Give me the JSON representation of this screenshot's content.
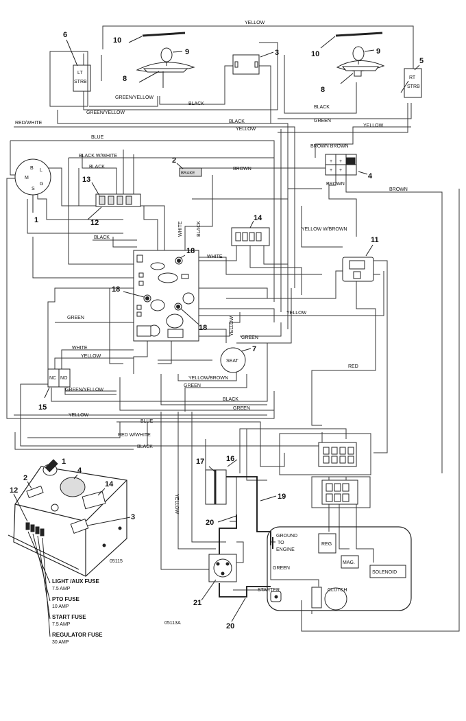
{
  "wire_labels": {
    "yellow_top": "YELLOW",
    "green_yellow_1": "GREEN/YELLOW",
    "green_yellow_2": "GREEN/YELLOW",
    "black_top": "BLACK",
    "black_right": "BLACK",
    "green_top": "GREEN",
    "yellow_right": "YELLOW",
    "red_white_top": "RED/WHITE",
    "black_mid": "BLACK",
    "yellow_mid": "YELLOW",
    "blue_top": "BLUE",
    "black_white": "BLACK W/WHITE",
    "black_2": "BLACK",
    "brown_brown": "BROWN BROWN",
    "brown_1": "BROWN",
    "brown_2": "BROWN",
    "brown_3": "BROWN",
    "yellow_w_brown": "YELLOW W/BROWN",
    "black_left": "BLACK",
    "white_1": "WHITE",
    "black_vert": "BLACK",
    "white_2": "WHITE",
    "green_left": "GREEN",
    "yellow_center": "YELLOW",
    "yellow_vert": "YELLOW",
    "green_center": "GREEN",
    "white_3": "WHITE",
    "yellow_3": "YELLOW",
    "yellow_brown": "YELLOW/BROWN",
    "green_4": "GREEN",
    "green_yellow_3": "GREEN/YELLOW",
    "black_3": "BLACK",
    "green_5": "GREEN",
    "red": "RED",
    "yellow_low": "YELLOW",
    "blue_low": "BLUE",
    "red_white_low": "RED W/WHITE",
    "black_low": "BLACK",
    "yellow_vert_2": "YELLOW",
    "green_engine": "GREEN"
  },
  "callouts": [
    "1",
    "2",
    "3",
    "4",
    "5",
    "6",
    "7",
    "8",
    "9",
    "10",
    "11",
    "12",
    "13",
    "14",
    "15",
    "16",
    "17",
    "18",
    "19",
    "20",
    "21"
  ],
  "component_labels": {
    "lt_strb_1": "LT",
    "lt_strb_2": "STRB",
    "rt_strb_1": "RT",
    "rt_strb_2": "STRB",
    "brake": "BRAKE",
    "seat": "SEAT",
    "nc": "NC",
    "no": "NO",
    "ground_1": "GROUND",
    "ground_2": "TO",
    "ground_3": "ENGINE",
    "reg": "REG",
    "mag": "MAG.",
    "solenoid": "SOLENOID",
    "starter": "STARTER",
    "clutch": "CLUTCH",
    "key_b": "B",
    "key_l": "L",
    "key_m": "M",
    "key_g": "G",
    "key_s": "S"
  },
  "fuses": [
    {
      "name": "LIGHT /AUX FUSE",
      "rating": "7.5 AMP"
    },
    {
      "name": "PTO FUSE",
      "rating": "10 AMP"
    },
    {
      "name": "START FUSE",
      "rating": "7.5 AMP"
    },
    {
      "name": "REGULATOR FUSE",
      "rating": "30 AMP"
    }
  ],
  "figure_codes": {
    "panel": "05115",
    "diagram": "05113A"
  }
}
